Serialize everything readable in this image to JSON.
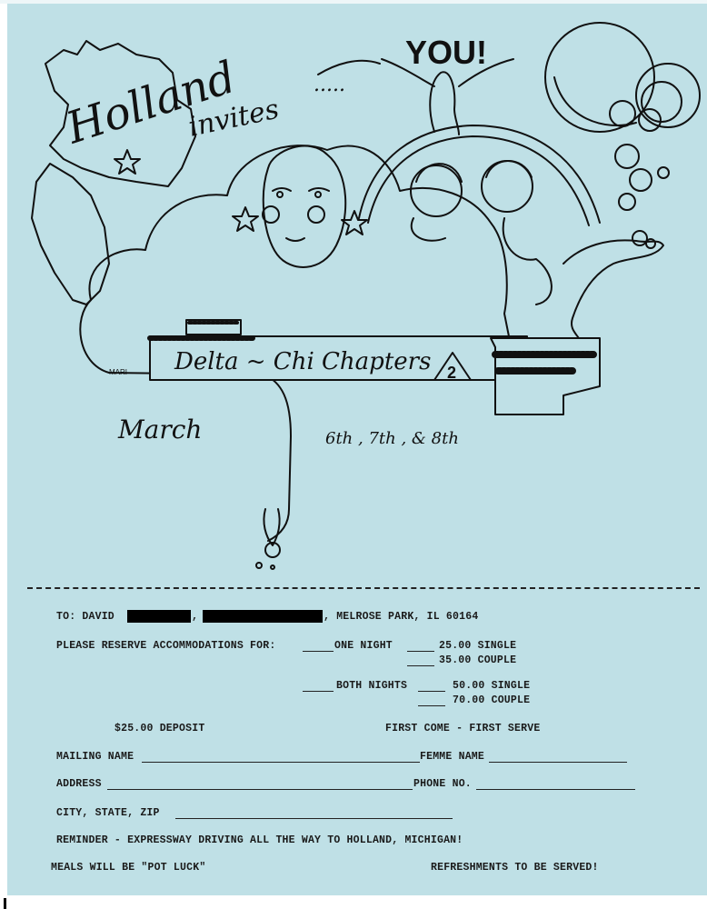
{
  "flyer": {
    "headline_word1": "Holland",
    "headline_word2": "invites",
    "ellipsis": ".....",
    "headline_you": "YOU!",
    "banner_text": "Delta ~ Chi Chapters",
    "triangle_numeral": "2",
    "artist_signature": "MARI",
    "month": "March",
    "dates": "6th , 7th , & 8th"
  },
  "form": {
    "to_label": "TO: DAVID",
    "comma": ",",
    "address_tail": ", MELROSE PARK, IL 60164",
    "reserve_label": "PLEASE RESERVE ACCOMMODATIONS FOR:",
    "one_night_label": "ONE NIGHT",
    "one_single": "25.00 SINGLE",
    "one_couple": "35.00 COUPLE",
    "both_nights_label": "BOTH NIGHTS",
    "both_single": "50.00 SINGLE",
    "both_couple": "70.00 COUPLE",
    "deposit": "$25.00 DEPOSIT",
    "first_come": "FIRST COME - FIRST SERVE",
    "mailing_name_label": "MAILING NAME",
    "femme_name_label": "FEMME NAME",
    "address_label": "ADDRESS",
    "phone_label": "PHONE NO.",
    "city_label": "CITY, STATE, ZIP",
    "reminder": "REMINDER - EXPRESSWAY DRIVING ALL THE WAY TO HOLLAND, MICHIGAN!",
    "meals": "MEALS WILL BE \"POT LUCK\"",
    "refreshments": "REFRESHMENTS TO BE SERVED!"
  }
}
